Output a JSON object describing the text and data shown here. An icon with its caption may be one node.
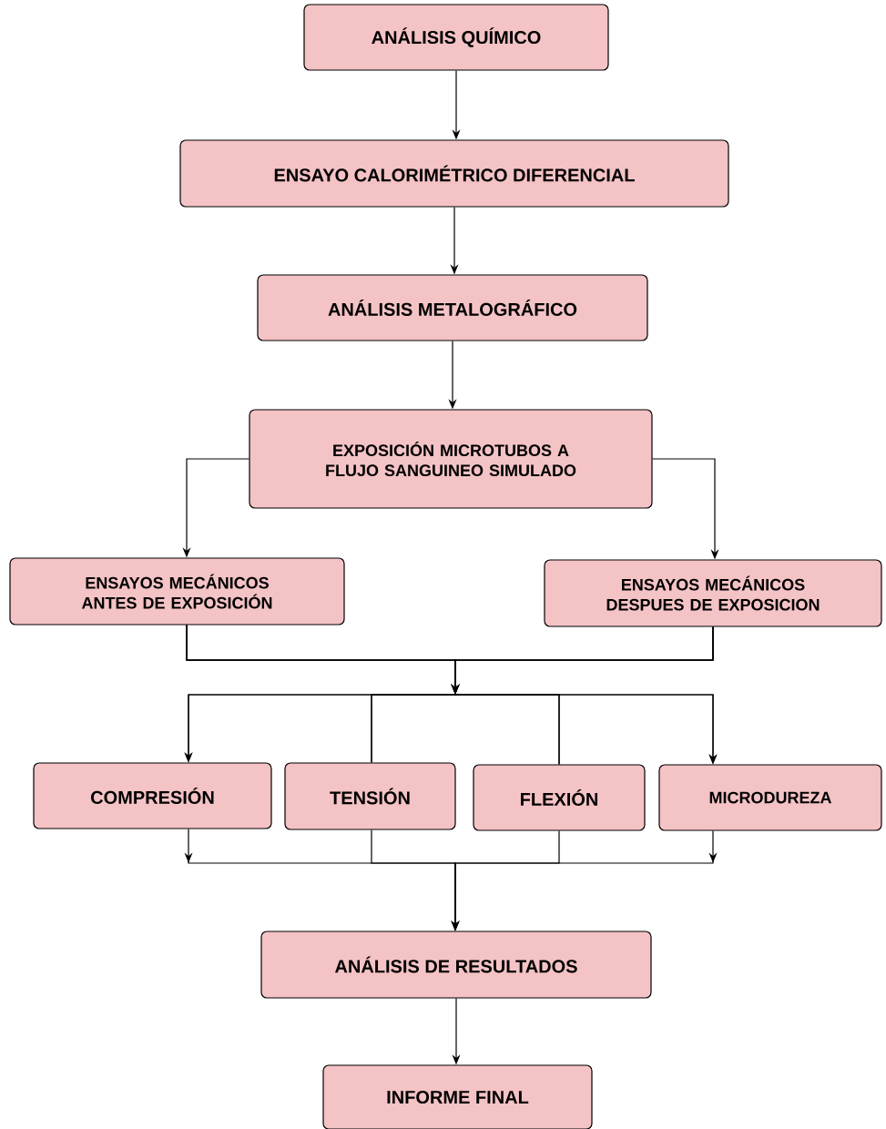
{
  "diagram": {
    "nodes": [
      {
        "text": [
          "ANÁLISIS QUÍMICO"
        ]
      },
      {
        "text": [
          "ENSAYO CALORIMÉTRICO DIFERENCIAL"
        ]
      },
      {
        "text": [
          "ANÁLISIS METALOGRÁFICO"
        ]
      },
      {
        "text": [
          "EXPOSICIÓN MICROTUBOS A FLUJO SANGUINEO SIMULADO"
        ]
      },
      {
        "text": [
          "ENSAYOS MECÁNICOS ANTES DE EXPOSICIÓN"
        ]
      },
      {
        "text": [
          "ENSAYOS MECÁNICOS DESPUES DE EXPOSICION"
        ]
      },
      {
        "text": [
          "COMPRESIÓN"
        ]
      },
      {
        "text": [
          "TENSIÓN"
        ]
      },
      {
        "text": [
          "FLEXIÓN"
        ]
      },
      {
        "text": [
          "MICRODUREZA"
        ]
      },
      {
        "text": [
          "ANÁLISIS DE RESULTADOS"
        ]
      },
      {
        "text": [
          "INFORME FINAL"
        ]
      }
    ],
    "edges": [
      {
        "from": 0,
        "to": 1,
        "arrow": "to"
      },
      {
        "from": 1,
        "to": 2,
        "arrow": "to"
      },
      {
        "from": 2,
        "to": 3,
        "arrow": "to"
      },
      {
        "from": 3,
        "to": 4,
        "arrow": "to"
      },
      {
        "from": 3,
        "to": 5,
        "arrow": "to"
      },
      {
        "from": 4,
        "to": 6,
        "arrow": "to"
      },
      {
        "from": 4,
        "to": 7,
        "arrow": "to"
      },
      {
        "from": 4,
        "to": 8,
        "arrow": "to"
      },
      {
        "from": 4,
        "to": 9,
        "arrow": "to"
      },
      {
        "from": 5,
        "to": 6,
        "arrow": "to"
      },
      {
        "from": 5,
        "to": 7,
        "arrow": "to"
      },
      {
        "from": 5,
        "to": 8,
        "arrow": "to"
      },
      {
        "from": 5,
        "to": 9,
        "arrow": "to"
      },
      {
        "from": 6,
        "to": 10,
        "arrow": "to"
      },
      {
        "from": 7,
        "to": 10,
        "arrow": "to"
      },
      {
        "from": 8,
        "to": 10,
        "arrow": "to"
      },
      {
        "from": 9,
        "to": 10,
        "arrow": "to"
      },
      {
        "from": 10,
        "to": 11,
        "arrow": "to"
      }
    ]
  }
}
